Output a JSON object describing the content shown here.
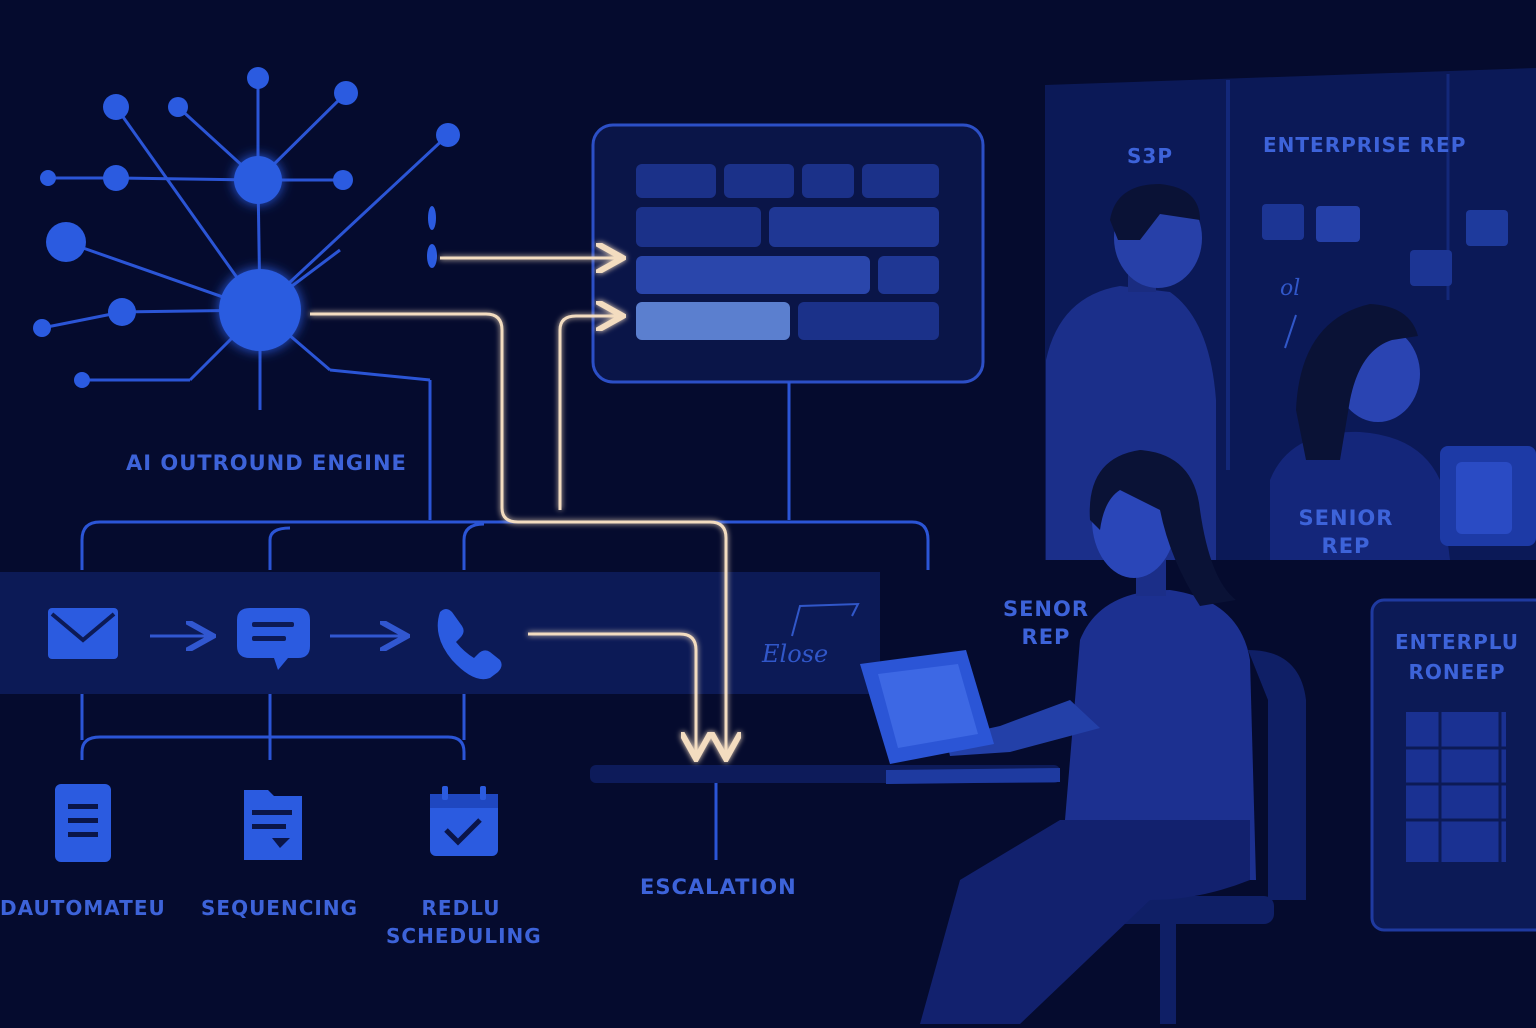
{
  "engine": {
    "label": "AI OUTROUND ENGINE"
  },
  "channels": [
    {
      "icon": "email-icon"
    },
    {
      "icon": "chat-bubble-icon"
    },
    {
      "icon": "phone-icon"
    }
  ],
  "capabilities": [
    {
      "icon": "document-icon",
      "label": "DAUTOMATEU"
    },
    {
      "icon": "folder-sequence-icon",
      "label": "SEQUENCING"
    },
    {
      "icon": "calendar-check-icon",
      "label_line1": "REDLU",
      "label_line2": "SCHEDULING"
    }
  ],
  "escalation": {
    "label": "ESCALATION",
    "note": "Elose"
  },
  "team_board": {
    "column_left": "S3P",
    "column_right": "ENTERPRISE REP",
    "scribble": "ol"
  },
  "people": [
    {
      "role": "S3P"
    },
    {
      "role_line1": "SENIOR",
      "role_line2": "REP"
    },
    {
      "role_line1": "SENOR",
      "role_line2": "REP"
    }
  ],
  "side_panel": {
    "line1": "ENTERPLU",
    "line2": "RONEEP"
  },
  "colors": {
    "background": "#050b2e",
    "accent_blue": "#2b5be0",
    "label_blue": "#3d63d9",
    "highlight_arrow": "#f3dcc0"
  }
}
